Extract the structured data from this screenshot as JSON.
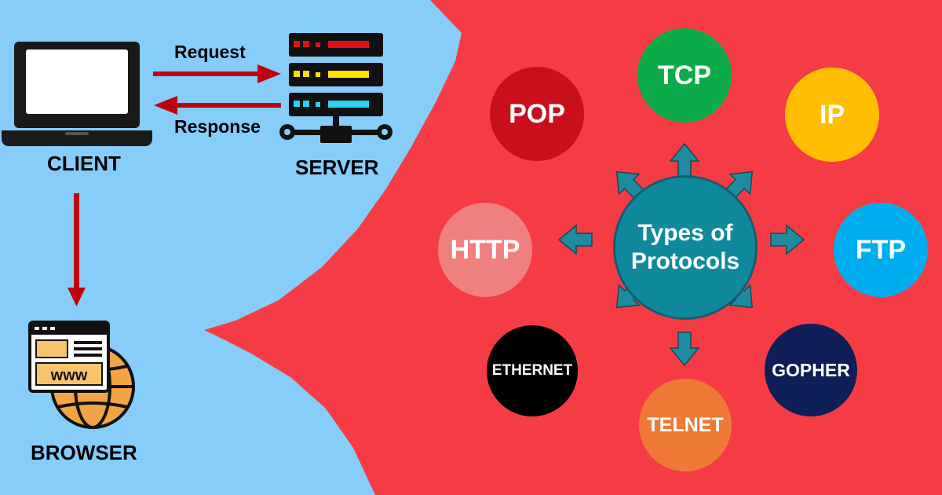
{
  "colors": {
    "left_background": "#86cdfa",
    "right_background": "#f53c45",
    "arrow_dark_red": "#c0000c",
    "arrow_teal": "#1f8d9f",
    "center_circle": "#0f8a9d"
  },
  "client": {
    "label": "CLIENT",
    "icon": "laptop-icon"
  },
  "server": {
    "label": "SERVER",
    "icon": "server-icon"
  },
  "browser": {
    "label": "BROWSER",
    "icon": "browser-globe-icon"
  },
  "request_label": "Request",
  "response_label": "Response",
  "center": {
    "label": "Types of Protocols",
    "color": "#0f8a9d"
  },
  "protocols": [
    {
      "id": "tcp",
      "label": "TCP",
      "color": "#0bab4a"
    },
    {
      "id": "ip",
      "label": "IP",
      "color": "#ffbf00"
    },
    {
      "id": "ftp",
      "label": "FTP",
      "color": "#00aeef"
    },
    {
      "id": "gopher",
      "label": "GOPHER",
      "color": "#0d1f56"
    },
    {
      "id": "telnet",
      "label": "TELNET",
      "color": "#ee7a35"
    },
    {
      "id": "ethernet",
      "label": "ETHERNET",
      "color": "#000000"
    },
    {
      "id": "http",
      "label": "HTTP",
      "color": "#f08080"
    },
    {
      "id": "pop",
      "label": "POP",
      "color": "#c8101c"
    }
  ]
}
